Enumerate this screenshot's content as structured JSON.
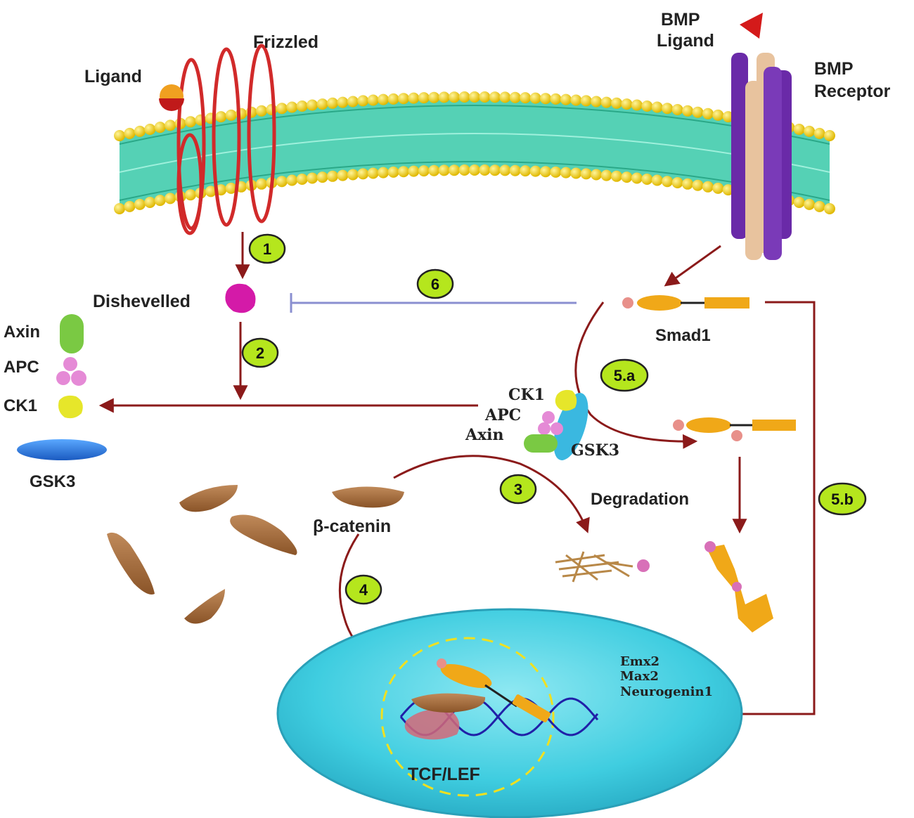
{
  "labels": {
    "ligand": "Ligand",
    "frizzled": "Frizzled",
    "bmp_ligand_line1": "BMP",
    "bmp_ligand_line2": "Ligand",
    "bmp_receptor_line1": "BMP",
    "bmp_receptor_line2": "Receptor",
    "dishevelled": "Dishevelled",
    "smad1": "Smad1",
    "axin_left": "Axin",
    "apc_left": "APC",
    "ck1_left": "CK1",
    "gsk3_left": "GSK3",
    "ck1_complex": "CK1",
    "apc_complex": "APC",
    "axin_complex": "Axin",
    "gsk3_complex": "GSK3",
    "degradation": "Degradation",
    "beta_catenin": "β-catenin",
    "tcf_lef": "TCF/LEF",
    "target_gene_1": "Emx2",
    "target_gene_2": "Max2",
    "target_gene_3": "Neurogenin1"
  },
  "steps": {
    "s1": "1",
    "s2": "2",
    "s3": "3",
    "s4": "4",
    "s5a": "5.a",
    "s5b": "5.b",
    "s6": "6"
  },
  "colors": {
    "arrow": "#8b1a1a",
    "inhibit_line": "#8a8fd0",
    "badge": "#b5e61d",
    "membrane_head": "#f2d21a",
    "membrane_tail": "#37c9a8",
    "frizzled": "#d12a2a",
    "bmp_receptor_purple": "#6a2aa8",
    "bmp_receptor_tan": "#e8c39e",
    "dishevelled": "#d41aa8",
    "axin": "#7ac943",
    "apc": "#e58ad6",
    "ck1": "#e6e62a",
    "gsk3": "#2a7fd4",
    "beta_catenin": "#a06a3c",
    "smad": "#f0a818",
    "nucleus": "#3fcde0",
    "dna": "#2020a8"
  }
}
